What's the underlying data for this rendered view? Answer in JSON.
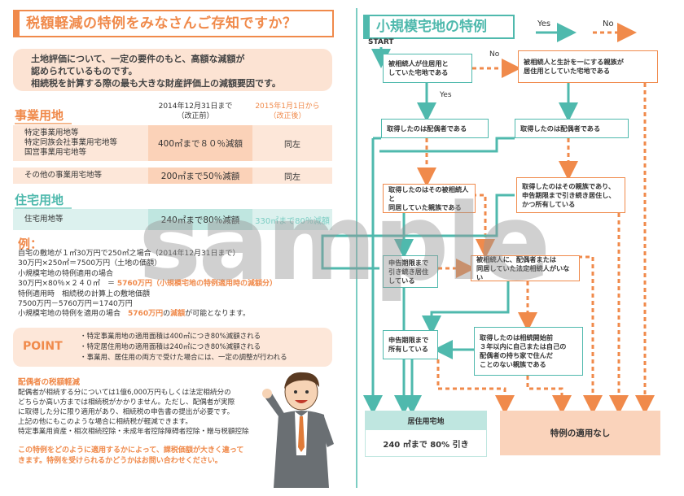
{
  "left": {
    "title": "税額軽減の特例をみなさんご存知ですか？",
    "intro": [
      "土地評価について、一定の要件のもと、高額な減額が",
      "認められているものです。",
      "相続税を計算する際の最も大きな財産評価上の減額要因です。"
    ],
    "business": {
      "heading": "事業用地",
      "col_old": [
        "2014年12月31日まで",
        "（改正前）"
      ],
      "col_new": [
        "2015年1月1日から",
        "（改正後）"
      ],
      "rows": [
        {
          "labels": [
            "特定事業用地等",
            "特定同族会社事業用宅地等",
            "国営事業用宅地等"
          ],
          "old": "400㎡まで８０％減額",
          "new": "同左"
        },
        {
          "labels": [
            "その他の事業用宅地等"
          ],
          "old": "200㎡まで50％減額",
          "new": "同左"
        }
      ]
    },
    "residential": {
      "heading": "住宅用地",
      "rows": [
        {
          "labels": [
            "住宅用地等"
          ],
          "old": "240㎡まで80％減額",
          "new": "330㎡まで80％減額"
        }
      ]
    },
    "example": {
      "heading": "例：",
      "lines": [
        "自宅の敷地が１㎡30万円で250㎡之場合（2014年12月31日まで）",
        "30万円×250㎡＝7500万円（土地の価額）",
        "小規模宅地の特例適用の場合",
        "特例適用時　相続税の計算上の敷地価額",
        "7500万円－5760万円＝1740万円"
      ],
      "calc_prefix": "30万円×80％×２４０㎡　＝",
      "calc_value": "5760万円",
      "calc_note": "（小規模宅地の特例適用時の減額分）",
      "final_prefix": "小規模宅地の特例を適用の場合",
      "final_value": "5760万円",
      "final_mid": "の",
      "final_hl": "減額",
      "final_suffix": "が可能となります。"
    },
    "point": {
      "label": "POINT",
      "items": [
        "・特定事業用地の適用面積は400㎡につき80%減額される",
        "・特定居住用地の適用面積は240㎡につき80%減額される",
        "・事業用、居住用の両方で受けた場合には、一定の調整が行われる"
      ]
    },
    "spouse": {
      "heading": "配偶者の税額軽減",
      "lines": [
        "配偶者が相続する分については1億6,000万円もしくは法定相続分の",
        "どちらか高い方までは相続税がかかりません。ただし、配偶者が実際",
        "に取得した分に限り適用があり、相続税の申告書の提出が必要です。",
        "上記の他にもこのような場合に相続税が軽減できます。",
        "特定事業用資産・相次相続控除・未成年者控除障碍者控除・贈与税額控除"
      ]
    },
    "footer": [
      "この特例をどのように適用するかによって、課税価額が大きく違って",
      "きます。特例を受けられるかどうかはお問い合わせください。"
    ]
  },
  "right": {
    "title": "小規模宅地の特例",
    "legend": {
      "yes": "Yes",
      "no": "No"
    },
    "start": "START",
    "labels": {
      "yes": "Yes",
      "no": "No"
    },
    "boxes": {
      "b1": [
        "被相続人が住居用と",
        "していた宅地である"
      ],
      "b2": [
        "被相続人と生計を一にする親族が",
        "居住用としていた宅地である"
      ],
      "b3": [
        "取得したのは配偶者である"
      ],
      "b4": [
        "取得したのは配偶者である"
      ],
      "b5": [
        "取得したのはその被相続人と",
        "同居していた親族である"
      ],
      "b6": [
        "取得したのはその親族であり、",
        "申告期限まで引き続き居住し、",
        "かつ所有している"
      ],
      "b7": [
        "申告期限まで",
        "引き続き居住",
        "している"
      ],
      "b8": [
        "被相続人に、配偶者または",
        "同居していた法定相続人がいない"
      ],
      "b9": [
        "申告期限まで",
        "所有している"
      ],
      "b10": [
        "取得したのは相続開始前",
        "３年以内に自己または自己の",
        "配偶者の持ち家で住んだ",
        "ことのない親族である"
      ]
    },
    "result_yes_title": "居住用宅地",
    "result_yes_value": "240 ㎡まで 80% 引き",
    "result_no": "特例の適用なし",
    "watermark": "sample",
    "colors": {
      "teal": "#4fb9ad",
      "orange": "#f08a4b"
    }
  }
}
